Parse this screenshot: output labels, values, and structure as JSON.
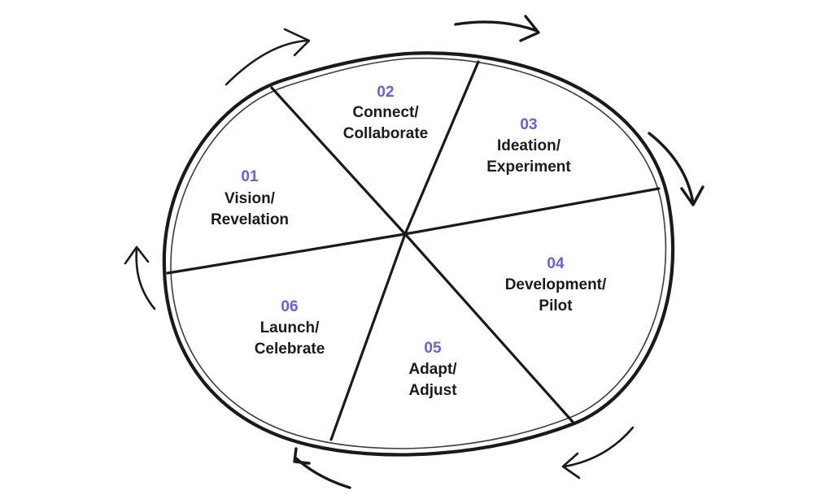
{
  "diagram": {
    "stages": [
      {
        "number": "01",
        "line1": "Vision/",
        "line2": "Revelation"
      },
      {
        "number": "02",
        "line1": "Connect/",
        "line2": "Collaborate"
      },
      {
        "number": "03",
        "line1": "Ideation/",
        "line2": "Experiment"
      },
      {
        "number": "04",
        "line1": "Development/",
        "line2": "Pilot"
      },
      {
        "number": "05",
        "line1": "Adapt/",
        "line2": "Adjust"
      },
      {
        "number": "06",
        "line1": "Launch/",
        "line2": "Celebrate"
      }
    ],
    "number_color": "#6c5ce7",
    "ink_color": "#1a1a1a",
    "flow_direction": "clockwise"
  }
}
